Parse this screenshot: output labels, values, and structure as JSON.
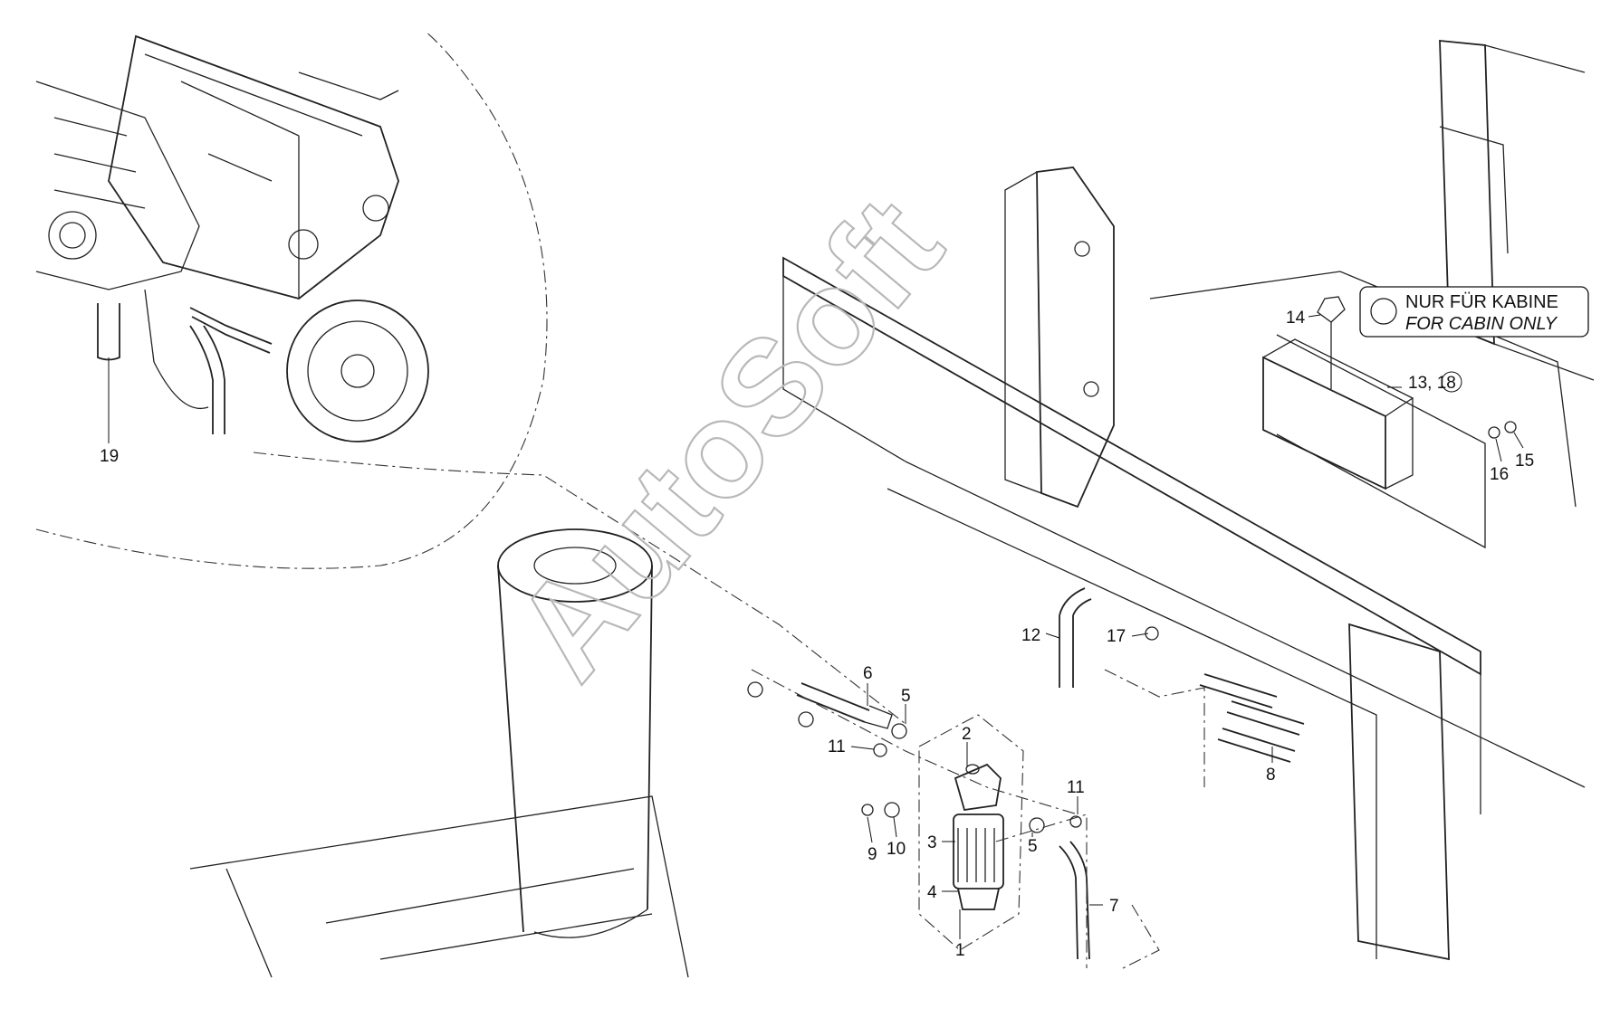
{
  "watermark": "AutoSoft",
  "cabin_note": {
    "line1": "NUR FÜR KABINE",
    "line2": "FOR CABIN ONLY"
  },
  "callouts": {
    "c1": "1",
    "c2": "2",
    "c3": "3",
    "c4": "4",
    "c5a": "5",
    "c5b": "5",
    "c6": "6",
    "c7": "7",
    "c8": "8",
    "c9": "9",
    "c10": "10",
    "c11a": "11",
    "c11b": "11",
    "c12": "12",
    "c13_18": "13, 18",
    "c14": "14",
    "c15": "15",
    "c16": "16",
    "c17": "17",
    "c19": "19"
  }
}
